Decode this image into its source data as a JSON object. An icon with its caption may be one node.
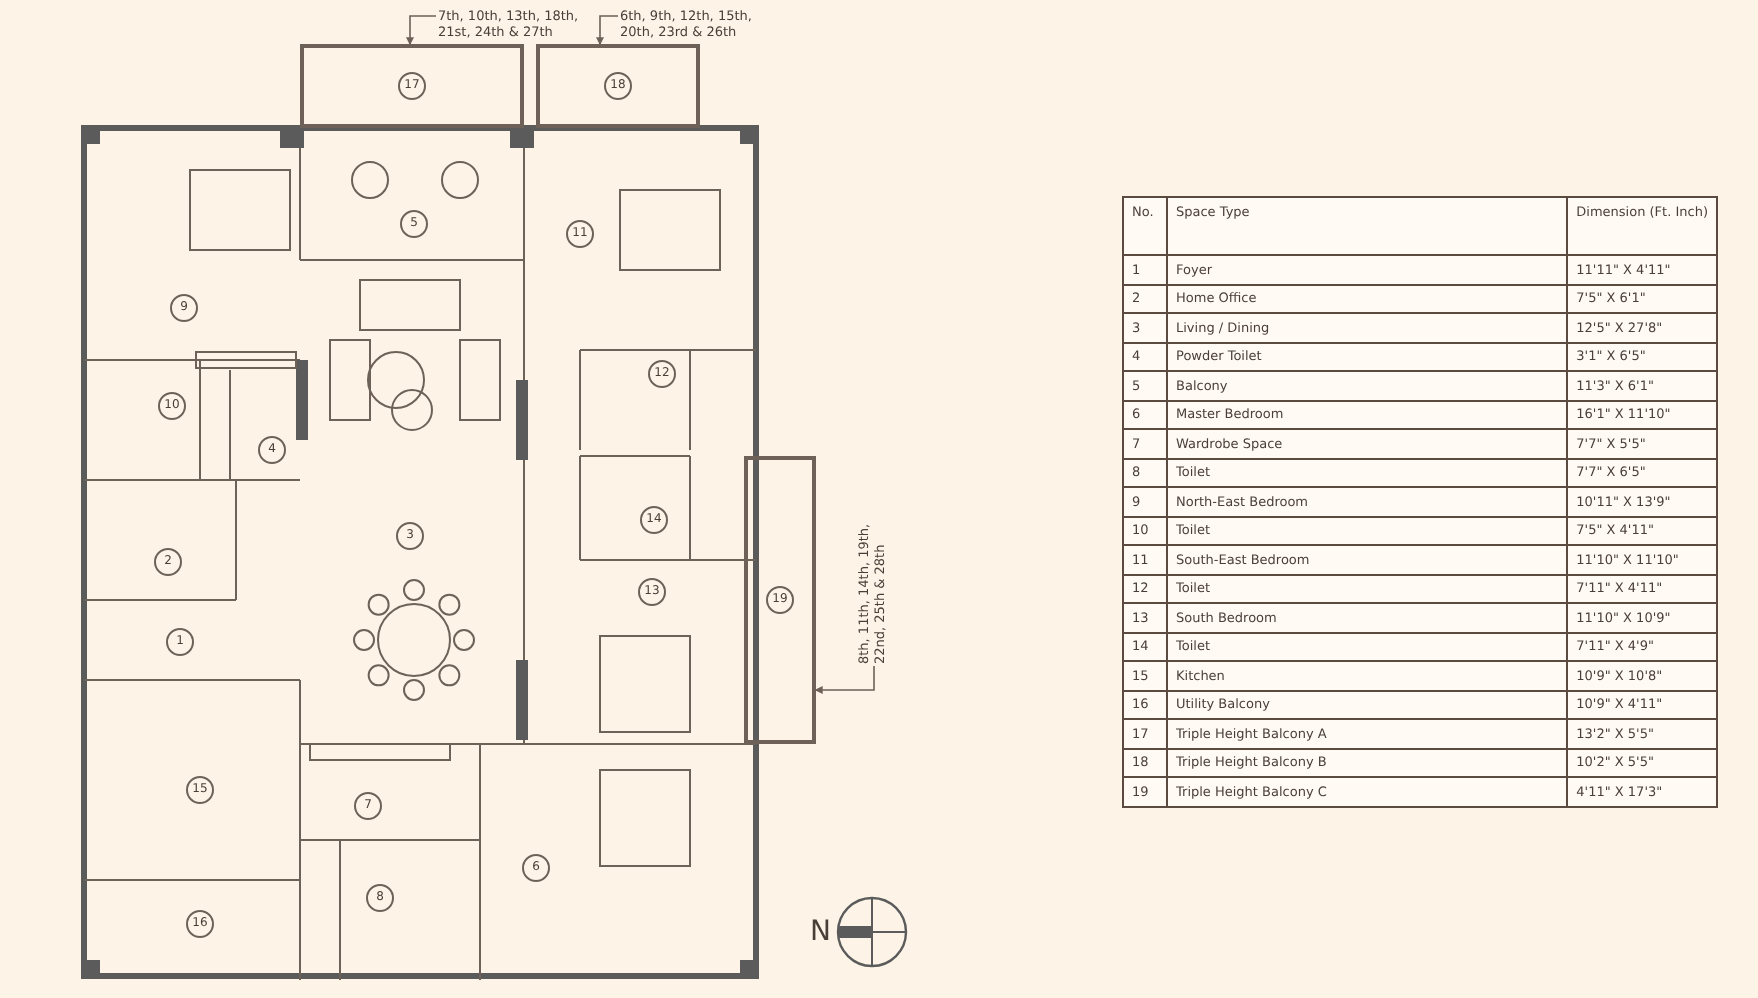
{
  "diagram": {
    "nodes": [
      {
        "text": [
          "7th, 10th, 13th, 18th, 21st, 24th & 27th"
        ]
      },
      {
        "text": [
          "17"
        ]
      },
      {
        "text": [
          "6th, 9th, 12th, 15th, 20th, 23rd & 26th"
        ]
      },
      {
        "text": [
          "18"
        ]
      },
      {
        "text": [
          "8th, 11th, 14th, 19th, 22nd, 25th & 28th"
        ]
      },
      {
        "text": [
          "19"
        ]
      }
    ],
    "edges": [
      {
        "from": 0,
        "to": 1,
        "arrow": "to"
      },
      {
        "from": 2,
        "to": 3,
        "arrow": "to"
      },
      {
        "from": 4,
        "to": 5,
        "arrow": "to"
      }
    ],
    "labels": [
      "5",
      "11",
      "9",
      "12",
      "10",
      "4",
      "14",
      "3",
      "2",
      "13",
      "1",
      "15",
      "7",
      "6",
      "8",
      "16",
      "N",
      "No.",
      "Space Type",
      "Dimension (Ft. Inch)",
      "1",
      "Foyer",
      "11'11\" X 4'11\"",
      "2",
      "Home Office",
      "7'5\" X 6'1\"",
      "3",
      "Living / Dining",
      "12'5\" X 27'8\"",
      "4",
      "Powder Toilet",
      "3'1\" X 6'5\"",
      "5",
      "Balcony",
      "11'3\" X 6'1\"",
      "6",
      "Master Bedroom",
      "16'1\" X 11'10\"",
      "7",
      "Wardrobe Space",
      "7'7\" X 5'5\"",
      "8",
      "Toilet",
      "7'7\" X 6'5\"",
      "9",
      "North-East Bedroom",
      "10'11\" X 13'9\"",
      "10",
      "Toilet",
      "7'5\" X 4'11\"",
      "11",
      "South-East Bedroom",
      "11'10\" X 11'10\"",
      "12",
      "Toilet",
      "7'11\" X 4'11\"",
      "13",
      "South Bedroom",
      "11'10\" X 10'9\"",
      "14",
      "Toilet",
      "7'11\" X 4'9\"",
      "15",
      "Kitchen",
      "10'9\" X 10'8\"",
      "16",
      "Utility Balcony",
      "10'9\" X 4'11\"",
      "17",
      "Triple Height Balcony A",
      "13'2\" X 5'5\"",
      "18",
      "Triple Height Balcony B",
      "10'2\" X 5'5\"",
      "19",
      "Triple Height Balcony C",
      "4'11\" X 17'3\""
    ]
  }
}
